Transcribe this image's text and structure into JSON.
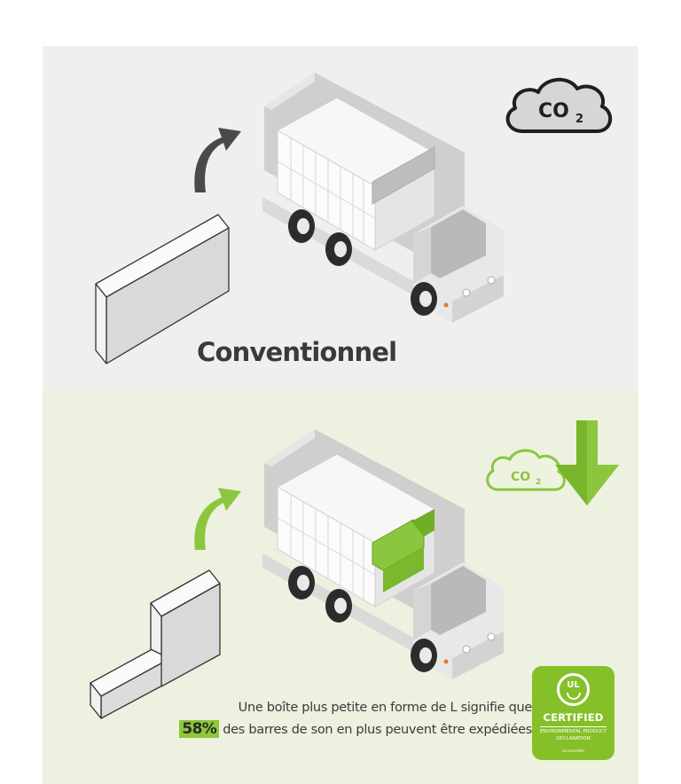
{
  "conventional": {
    "label": "Conventionnel"
  },
  "co2_label": "CO",
  "co2_sub": "2",
  "caption": {
    "line1": "Une boîte plus petite en forme de L signifie que",
    "percent": "58%",
    "line2": "des barres de son en plus peuvent être expédiées"
  },
  "badge": {
    "logo": "UL",
    "certified": "CERTIFIED",
    "sub": "ENVIRONMENTAL PRODUCT DECLARATION",
    "small": "ul.com/ehh"
  },
  "colors": {
    "accent_green": "#86c029",
    "dark_arrow": "#4a4a4a",
    "top_bg": "#efefed",
    "bottom_bg": "#edf1df"
  },
  "icons": [
    "curved-arrow-icon",
    "co2-cloud-icon",
    "down-arrow-icon",
    "ul-logo-icon"
  ]
}
